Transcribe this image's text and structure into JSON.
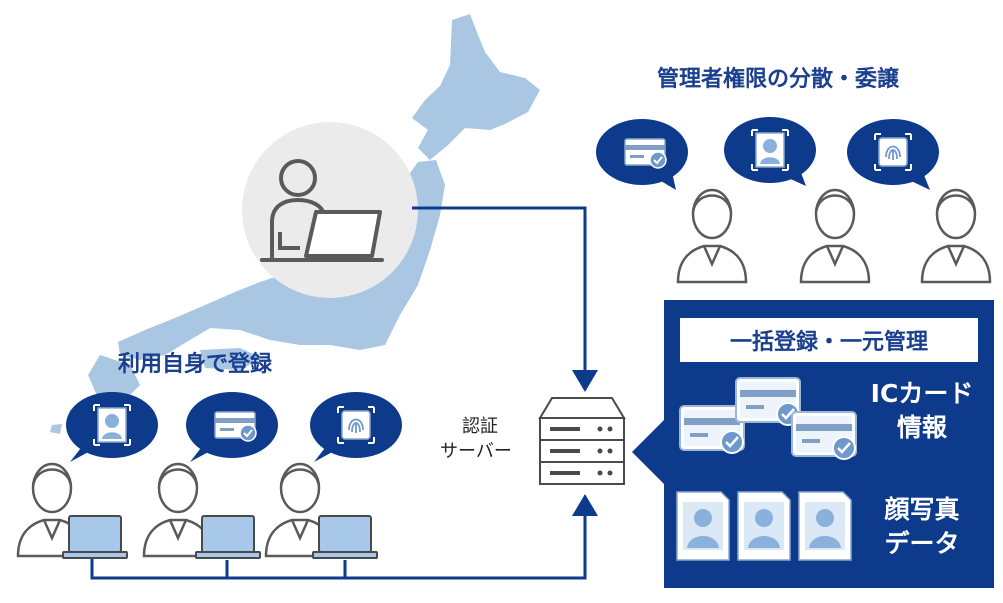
{
  "labels": {
    "admin_title": "管理者権限の分散・委譲",
    "self_title": "利用自身で登録",
    "server_label_1": "認証",
    "server_label_2": "サーバー",
    "panel_title": "一括登録・一元管理",
    "ic_line1": "ICカード",
    "ic_line2": "情報",
    "face_line1": "顔写真",
    "face_line2": "データ"
  },
  "colors": {
    "navy": "#0e3a8c",
    "map_blue": "#a9c6e3",
    "line_gray": "#5a5a5a",
    "card_blue": "#dbe8f6",
    "laptop_blue": "#a8c8ea",
    "admin_circle": "#ebebeb"
  },
  "icons": {
    "admin_bubbles": [
      "id-card-icon",
      "face-id-icon",
      "fingerprint-icon"
    ],
    "user_bubbles": [
      "face-id-icon",
      "id-card-icon",
      "fingerprint-icon"
    ]
  }
}
